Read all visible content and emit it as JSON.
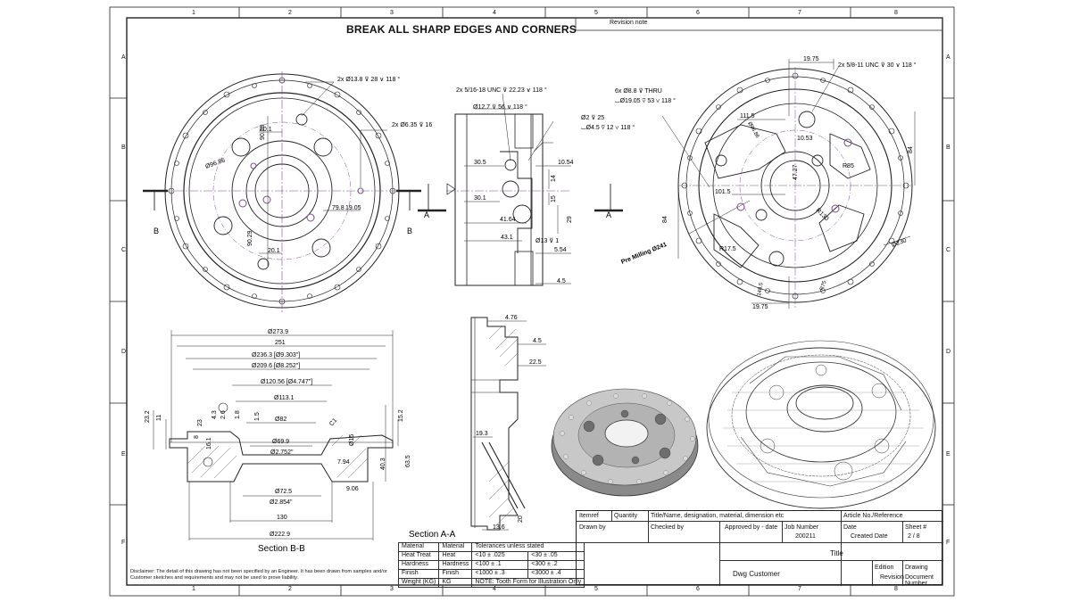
{
  "frame": {
    "col_numbers": [
      "1",
      "2",
      "3",
      "4",
      "5",
      "6",
      "7",
      "8"
    ],
    "row_letters": [
      "A",
      "B",
      "C",
      "D",
      "E",
      "F"
    ]
  },
  "header": {
    "title": "BREAK ALL SHARP EDGES AND CORNERS",
    "revision_note": "Revision note"
  },
  "view_front": {
    "callout_holes_top": "2x Ø13.8 ⊽ 28 ∨ 118 °",
    "callout_holes_right": "2x Ø6.35 ⊽ 16",
    "dims": [
      "90.29",
      "20.1",
      "Ø96.86",
      "79.8",
      "19.05",
      "90.29",
      "20.1"
    ],
    "section_letter": "B"
  },
  "view_side": {
    "callout_top": "2x 5/16-18 UNC ⊽ 22.23 ∨ 118 °",
    "callout_2": "Ø12.7 ⊽ 56 ∨ 118 °",
    "callout_3": "Ø2 ⊽ 25",
    "callout_4": "⌴Ø4.5 ⊽ 12 ∨ 118 °",
    "callout_5": "6x Ø8.8 ⊽ THRU",
    "callout_6": "⌴Ø19.05 ⊽ 53 ∨ 118 °",
    "dims": [
      "30.5",
      "10.54",
      "14",
      "30.1",
      "15",
      "41.64",
      "29",
      "43.1",
      "Ø13 ⊽ 1",
      "5.54",
      "4.5"
    ],
    "section_letter": "A"
  },
  "view_right": {
    "callout_top": "2x 5/8-11 UNC ⊽ 30 ∨ 118 °",
    "dims": [
      "19.75",
      "111.5",
      "Ø96.86",
      "10.53",
      "84",
      "47.27",
      "R85",
      "101.5",
      "84",
      "R130",
      "R17.5",
      "Ø230",
      "148.5",
      "R75",
      "19.75"
    ],
    "pre_milling": "Pre Milling  Ø241"
  },
  "section_bb": {
    "label": "Section B-B",
    "dims": [
      "Ø273.9",
      "251",
      "Ø236.3 [Ø9.303\"]",
      "Ø209.6 [Ø8.252\"]",
      "Ø120.56 [Ø4.747\"]",
      "Ø113.1",
      "Ø82",
      "Ø69.9",
      "Ø2.752\"",
      "Ø72.5",
      "Ø2.854\"",
      "130",
      "Ø222.9",
      "23.2",
      "11",
      "23",
      "4.3",
      "2.6",
      "1.8",
      "1.5",
      "C1",
      "Ø15",
      "7.94",
      "9.06",
      "40.3",
      "63.5",
      "15.2",
      "16.1",
      "8"
    ]
  },
  "section_aa": {
    "label": "Section A-A",
    "dims": [
      "4.76",
      "4.5",
      "22.5",
      "19.3",
      "13.6",
      "20"
    ]
  },
  "material_table": {
    "rows": [
      [
        "Material",
        "Material"
      ],
      [
        "Heat Treat",
        "Heat"
      ],
      [
        "Hardness",
        "Hardness"
      ],
      [
        "Finish",
        "Finish"
      ],
      [
        "Weight (KG)",
        "KG"
      ]
    ],
    "tolerance_header": "Tolerances unless stated",
    "tolerances": [
      [
        "<10 ± .025",
        "<30 ± .05"
      ],
      [
        "<100 ± .1",
        "<300 ± .2"
      ],
      [
        "<1000 ± .3",
        "<3000 ± .4"
      ]
    ],
    "note": "NOTE: Tooth Form for Illustration Only"
  },
  "title_block": {
    "itemref": "Itemref",
    "quantity": "Quantity",
    "title_name": "Title/Name, designation, material, dimension etc",
    "article_no": "Article No./Reference",
    "drawn_by": "Drawn by",
    "checked_by": "Checked by",
    "approved_by": "Approved by - date",
    "job_number_label": "Job Number",
    "job_number": "200211",
    "date_label": "Date",
    "created_date": "Created Date",
    "sheet_label": "Sheet #",
    "sheet_value": "2 / 8",
    "title": "Title",
    "customer": "Dwg Customer",
    "edition": "Edition",
    "revision": "Revision",
    "drawing": "Drawing",
    "document_number": "Document Number"
  },
  "disclaimer": "Disclaimer: The detail of this drawing has not been specified by an Engineer. It has been drawn from samples and/or Customer sketches and requirements and may not be used to prove liability."
}
